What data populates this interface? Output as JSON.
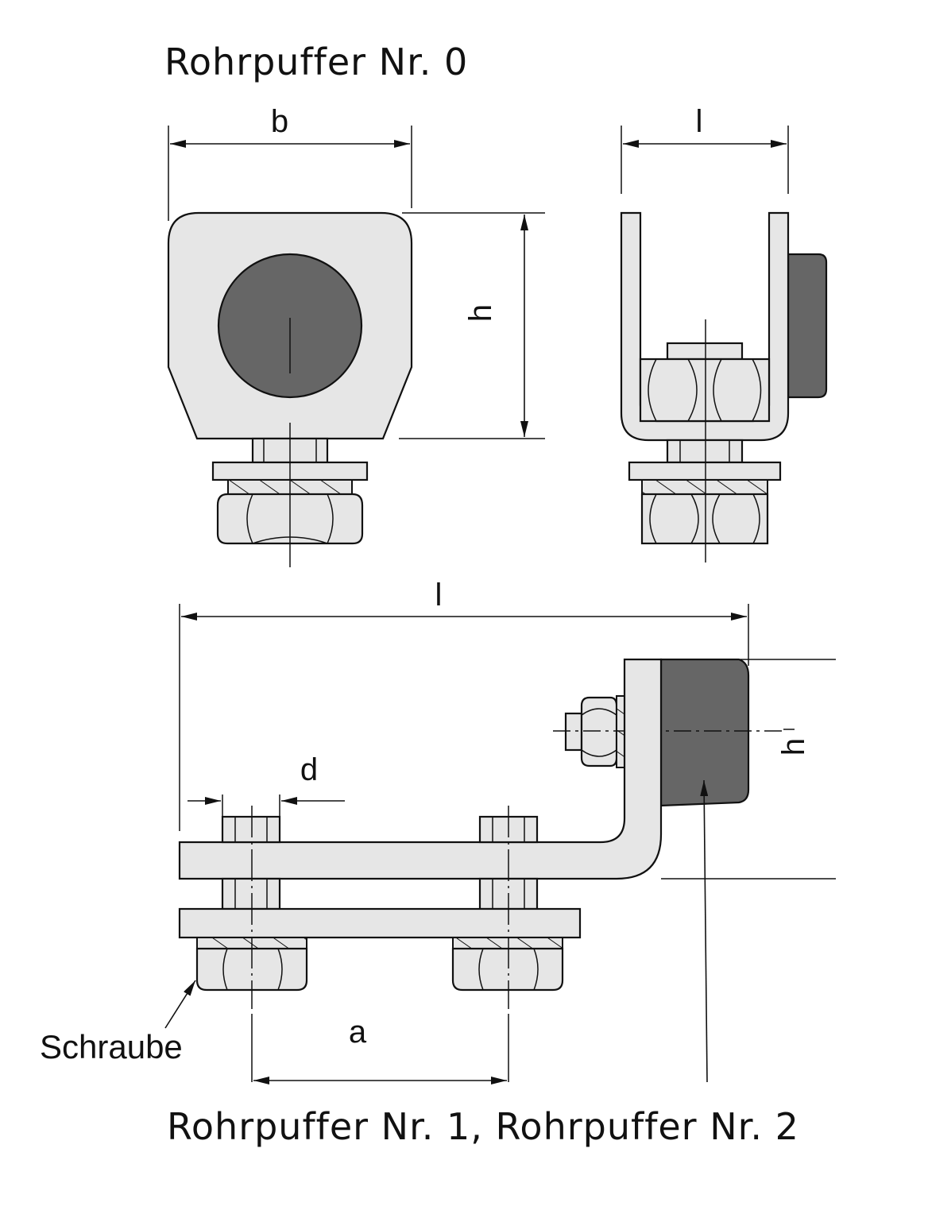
{
  "titles": {
    "top": "Rohrpuffer Nr. 0",
    "bottom": "Rohrpuffer Nr. 1, Rohrpuffer Nr. 2"
  },
  "dimensions": {
    "b": "b",
    "h_front": "h",
    "l_side": "l",
    "l_long": "l",
    "h_long": "h",
    "d": "d",
    "a": "a"
  },
  "callouts": {
    "screw": "Schraube"
  },
  "colors": {
    "metal": "#e6e6e6",
    "rubber": "#666666",
    "line": "#111111"
  }
}
